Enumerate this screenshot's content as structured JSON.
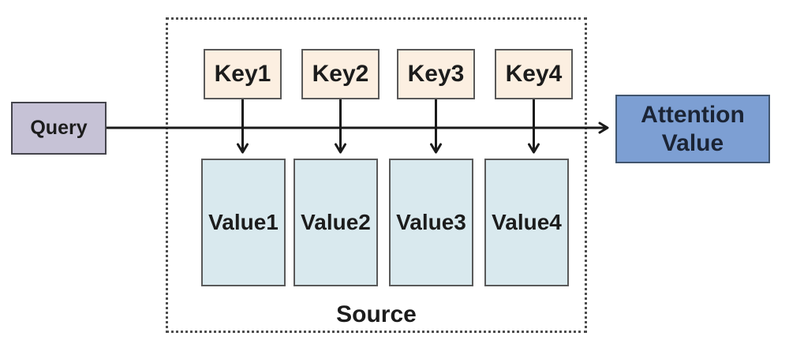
{
  "diagram": {
    "query": {
      "label": "Query"
    },
    "source": {
      "label": "Source",
      "keys": [
        {
          "label": "Key1"
        },
        {
          "label": "Key2"
        },
        {
          "label": "Key3"
        },
        {
          "label": "Key4"
        }
      ],
      "values": [
        {
          "label": "Value1"
        },
        {
          "label": "Value2"
        },
        {
          "label": "Value3"
        },
        {
          "label": "Value4"
        }
      ]
    },
    "attention": {
      "label": "Attention Value"
    },
    "colors": {
      "background": "#ffffff",
      "query_fill": "#c6c2d6",
      "query_border": "#44444c",
      "key_fill": "#fcefe1",
      "value_fill": "#d9e9ee",
      "box_border": "#595959",
      "attention_fill": "#7d9fd3",
      "attention_border": "#41556e",
      "attention_text": "#1b2435",
      "text": "#1c1c1c",
      "dotted_border": "#4d4d4d",
      "arrow": "#1a1a1a"
    }
  }
}
